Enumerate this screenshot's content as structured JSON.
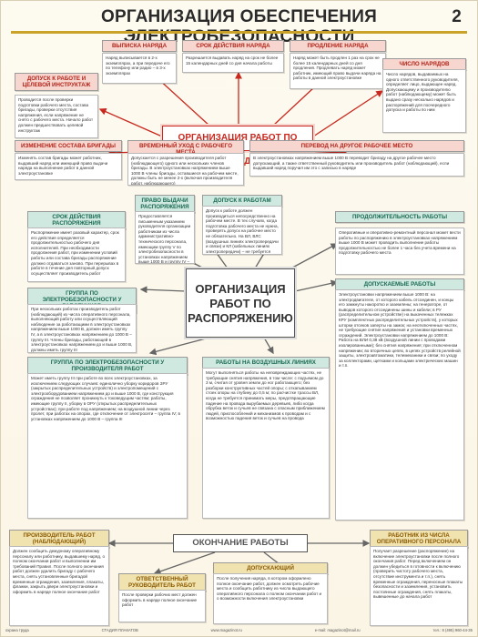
{
  "title": "ОРГАНИЗАЦИЯ ОБЕСПЕЧЕНИЯ ЭЛЕКТРОБЕЗОПАСНОСТИ",
  "poster_number": "2",
  "section1": {
    "center": "ОРГАНИЗАЦИЯ РАБОТ ПО НАРЯДУ",
    "issue_head": "ВЫПИСКА НАРЯДА",
    "issue_text": "Наряд выписывается в 2-х экземплярах, а при передаче его по телефону или радио – в 3-х экземплярах",
    "term_head": "СРОК ДЕЙСТВИЯ НАРЯДА",
    "term_text": "Разрешается выдавать наряд на срок не более 15 календарных дней со дня начала работы",
    "extend_head": "ПРОДЛЕНИЕ НАРЯДА",
    "extend_text": "Наряд может быть продлен 1 раз на срок не более 15 календарных дней со дня продления. Продлевать наряд может работник, имеющий право выдачи наряда на работы в данной электроустановке",
    "admit_head": "ДОПУСК К РАБОТЕ И ЦЕЛЕВОЙ ИНСТРУКТАЖ",
    "admit_text": "Проводится после проверки подготовки рабочего места, состава бригады, проверки отсутствия напряжения, если напряжение не снято с рабочего места. Начало работ должен предшествовать целевой инструктаж",
    "count_head": "ЧИСЛО НАРЯДОВ",
    "count_text": "Число нарядов, выдаваемых на одного ответственного руководителя, определяет лицо, выдающее наряд. Допускающему и производителю работ (наблюдающему) может быть выдано сразу несколько нарядов и распоряжений для поочередного допуска и работы по ним",
    "brigade_head": "ИЗМЕНЕНИЕ СОСТАВА БРИГАДЫ",
    "brigade_text": "Изменять состав бригады может работник, выдавший наряд или имеющий право выдачи наряда на выполнение работ в данной электроустановке",
    "leave_head": "ВРЕМЕННЫЙ УХОД С РАБОЧЕГО МЕСТА",
    "leave_text": "Допускается с разрешения производителя работ (наблюдающего) одного или нескольких членов бригады. В электроустановках напряжением выше 1000 В члены бригады, оставшиеся на рабочем месте, должны быть не менее 2-х (включая производителя работ, наблюдающего)",
    "transfer_head": "ПЕРЕВОД НА ДРУГОЕ РАБОЧЕЕ МЕСТО",
    "transfer_text": "В электроустановках напряжением выше 1000 В переводит бригаду на другое рабочее место допускающий, а также ответственный руководитель или производитель работ (наблюдающий), если выдавший наряд поручил им это с записью в наряде"
  },
  "section2": {
    "center": "ОРГАНИЗАЦИЯ РАБОТ ПО РАСПОРЯЖЕНИЮ",
    "term_head": "СРОК ДЕЙСТВИЯ РАСПОРЯЖЕНИЯ",
    "term_text": "Распоряжение имеет разовый характер, срок его действия определяется продолжительностью рабочего дня исполнителей. При необходимости продолжения работ, при изменении условий работы или состава бригады распоряжение должно отдаваться заново. При перерывах в работе в течение дня повторный допуск осуществляет производитель работ",
    "right_head": "ПРАВО ВЫДАЧИ РАСПОРЯЖЕНИЯ",
    "right_text": "Предоставляется письменным указанием руководителя организации работникам из числа административно-технического персонала, имеющим группу V по электробезопасности в установках напряжением выше 1000 В и группу IV – до 1000 В",
    "admit_head": "ДОПУСК К РАБОТАМ",
    "admit_text": "Допуск к работе должен производиться непосредственно на рабочем месте. В тех случаях, когда подготовка рабочего места не нужна, проверять допуск на рабочее место не обязательно. На ВЛ, ВЛС (воздушных линиях электропередачи и связи) и КЛ (кабельных линиях электропередачи) – не требуется",
    "duration_head": "ПРОДОЛЖИТЕЛЬНОСТЬ РАБОТЫ",
    "duration_text": "Оперативные и оперативно-ремонтный персонал может вести работы по распоряжению в электроустановках напряжением выше 1000 В может проводить выполнение работы продолжительностью не более 1 часа без учета времени на подготовку рабочего места",
    "group_head": "ГРУППА ПО ЭЛЕКТРОБЕЗОПАСНОСТИ У РАБОТНИКОВ",
    "group_text": "При нескольких работах производитель работ (наблюдающий) из числа оперативного персонала, выполняющий работу или осуществляющий наблюдение за работающими в электроустановках напряжением выше 1000 В, должен иметь группу IV, а в электроустановках напряжением до 1000 В – группу III. Члены бригады, работающей в электроустановках напряжением до и выше 1000 В, должны иметь группу III",
    "allowed_head": "ДОПУСКАЕМЫЕ РАБОТЫ",
    "allowed_text": "Электроустановки напряжением выше 1000 В: на электродвигателе, от которого кабель отсоединен, и концы его замкнуты накоротко и заземлены; на генераторе, от выводов которого отсоединены шины и кабели; в РУ (распределительном устройстве) на выкаченных тележках КРУ (комплектных распределительных устройств), у которых шторки отсеков заперты на замок; на неотключенных частях, не требующие снятия напряжения и установки временных ограждений. Электроустановки напряжением до 1000 В: Работа на ВЛИ 0,38 кВ (воздушной линии с проводами изолированными); без снятия напряжения; при отключенном напряжении; во вторичных цепях, в цепях устройств релейной защиты, электроавтоматики, телемеханики и связи; по уходу за коллекторами, щетками и кольцами электрических машин и т.п."
  },
  "mid_left": {
    "head": "ГРУППА ПО ЭЛЕКТРОБЕЗОПАСНОСТИ У ПРОИЗВОДИТЕЛЯ РАБОТ",
    "text": "Может иметь группу III при работе во всех электроустановках, за исключением следующих случаев: единолично уборку коридоров ЗРУ (закрытых распределительных устройств) и электропомещений с электрооборудованием напряжением до и выше 1000 В, где конструкция ограждения не позволяет проникнуть к токоведущим частям; работы, имеющие группу II, уборку в ОРУ (открытых распределительных устройствах); при работе под напряжением; на воздушной линии через пролет, при работах на опорах, где отключение от электросети – группа IV; в установках напряжением до 1000 В – группа III"
  },
  "mid_right": {
    "head": "РАБОТЫ НА ВОЗДУШНЫХ ЛИНИЯХ",
    "text": "Могут выполняться работы на неповреждающих частях, не требующие снятия напряжения, в том числе: с подъемом до 3 м, считая от уровня земли до ног работающего; без разборки конструктивных частей опоры; с откапыванием стоек опоры на глубину до 0,5 м; по расчистке трассы ВЛ, когда не требуется принимать меры, предотвращающие падение на провода вырубаемых деревьев, либо когда обрубка веток и сучьев не связана с опасным приближением людей, приспособлений и механизмов к проводам и с возможностью падения веток и сучьев на провода"
  },
  "section3": {
    "center": "ОКОНЧАНИЕ РАБОТЫ",
    "producer_head": "ПРОИЗВОДИТЕЛЬ РАБОТ (НАБЛЮДАЮЩИЙ)",
    "producer_text": "Должен сообщить дежурному оперативному персоналу или работнику, выдавшему наряд, о полном окончании работ и выполнении им требований Правил. После полного окончания работ должен удалить бригаду с рабочего места, снять установленные бригадой временные ограждения, заземления, плакаты, флажки, закрыть двери электроустановки и оформить в наряде полное окончание работ",
    "responsible_head": "ОТВЕТСТВЕННЫЙ РУКОВОДИТЕЛЬ РАБОТ",
    "responsible_text": "После проверки рабочих мест должен оформить в наряде полное окончание работ",
    "admitting_head": "ДОПУСКАЮЩИЙ",
    "admitting_text": "После получения наряда, в котором оформлено полное окончание работ, должен осмотреть рабочие места и сообщить работнику из числа выдающего оперативного персонала о полном окончании работ и о возможности включения электроустановки",
    "staff_head": "РАБОТНИК ИЗ ЧИСЛА ОПЕРАТИВНОГО ПЕРСОНАЛА",
    "staff_text": "Получает разрешение (распоряжение) на включение электроустановки после полного окончания работ. Перед включением он должен убедиться в готовности к включению (проверить чистоту рабочего места, отсутствие инструмента и т.п.), снять временные ограждения, переносные плакаты безопасности и заземления, установить постоянные ограждения, снять плакаты, вывешенные до начала работ"
  },
  "footer": {
    "left": "охрана труда",
    "center": "СТАДИЯ ПЛАКАТОВ",
    "site": "www.magazinot.ru",
    "email": "e-mail: magazinot@mail.ru",
    "phone": "тел.: 8 (495) 960-44-35"
  },
  "colors": {
    "accent_red": "#c8281e",
    "accent_gold": "#c9a227",
    "accent_teal": "#1a6b52",
    "neutral_gray": "#555555"
  }
}
